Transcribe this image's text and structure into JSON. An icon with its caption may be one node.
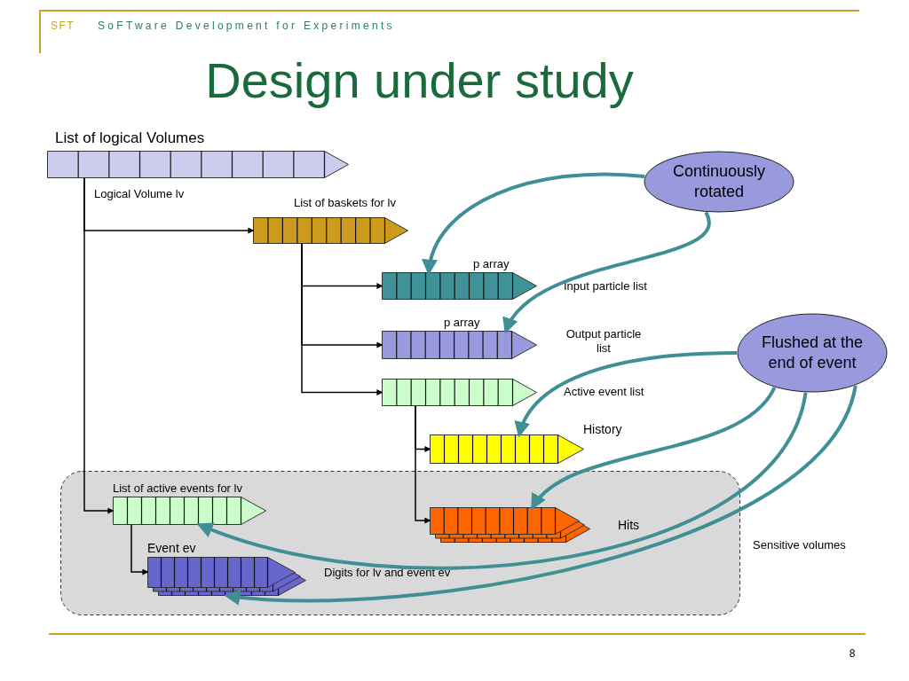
{
  "diagram": {
    "title": "Design under study",
    "nodes": [
      {
        "text": [
          "List of logical Volumes"
        ]
      },
      {
        "text": [
          "List of baskets for lv"
        ]
      },
      {
        "text": [
          "p array"
        ],
        "beside": [
          "Input particle list"
        ]
      },
      {
        "text": [
          "p array"
        ],
        "beside": [
          "Output particle list"
        ]
      },
      {
        "text": [
          "Active event list"
        ]
      },
      {
        "text": [
          "History"
        ]
      },
      {
        "text": [],
        "shape": "box",
        "beside": [
          "Sensitive volumes"
        ]
      },
      {
        "text": [
          "List of active events for lv"
        ],
        "in": 6
      },
      {
        "text": [
          "Hits"
        ],
        "in": 6
      },
      {
        "text": [
          "Event ev"
        ],
        "in": 6,
        "beside": [
          "Digits for lv and event ev"
        ]
      },
      {
        "text": [
          "Continuously rotated"
        ]
      },
      {
        "text": [
          "Flushed at the end of event"
        ]
      }
    ],
    "edges": [
      {
        "from": 0,
        "to": 1,
        "arrow": "to"
      },
      {
        "from": 0,
        "to": 7,
        "arrow": "to"
      },
      {
        "from": 1,
        "to": 2,
        "arrow": "to"
      },
      {
        "from": 1,
        "to": 3,
        "arrow": "to"
      },
      {
        "from": 1,
        "to": 4,
        "arrow": "to"
      },
      {
        "from": 4,
        "to": 5,
        "arrow": "to"
      },
      {
        "from": 4,
        "to": 8,
        "arrow": "to"
      },
      {
        "from": 7,
        "to": 9,
        "arrow": "to"
      },
      {
        "from": 10,
        "to": 2,
        "arrow": "to",
        "style": "thick",
        "color": "#3f8f94"
      },
      {
        "from": 10,
        "to": 3,
        "arrow": "to",
        "style": "thick",
        "color": "#3f8f94"
      },
      {
        "from": 11,
        "to": 5,
        "arrow": "to",
        "style": "thick",
        "color": "#3f8f94"
      },
      {
        "from": 11,
        "to": 8,
        "arrow": "to",
        "style": "thick",
        "color": "#3f8f94"
      },
      {
        "from": 11,
        "to": 7,
        "arrow": "to",
        "style": "thick",
        "color": "#3f8f94"
      },
      {
        "from": 11,
        "to": 9,
        "arrow": "to",
        "style": "thick",
        "color": "#3f8f94"
      }
    ],
    "labels": [
      "SFT",
      "SoFTware Development for Experiments",
      "Logical Volume lv",
      "8"
    ]
  }
}
